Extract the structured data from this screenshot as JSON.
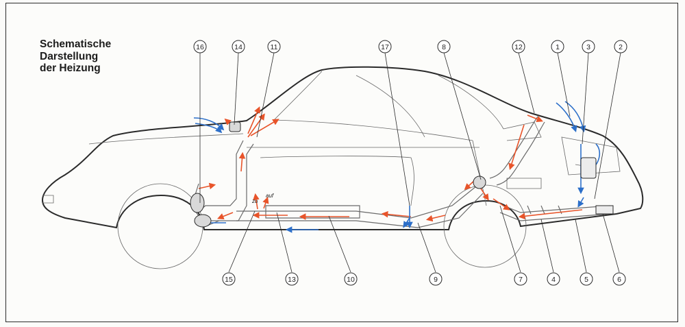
{
  "title": {
    "line1": "Schematische",
    "line2": "Darstellung",
    "line3": "der Heizung"
  },
  "annotations": {
    "zu": "zu",
    "auf": "auf"
  },
  "callouts": [
    {
      "id": "c16",
      "label": "16"
    },
    {
      "id": "c14",
      "label": "14"
    },
    {
      "id": "c11",
      "label": "11"
    },
    {
      "id": "c17",
      "label": "17"
    },
    {
      "id": "c8",
      "label": "8"
    },
    {
      "id": "c12",
      "label": "12"
    },
    {
      "id": "c1",
      "label": "1"
    },
    {
      "id": "c3",
      "label": "3"
    },
    {
      "id": "c2",
      "label": "2"
    },
    {
      "id": "c15",
      "label": "15"
    },
    {
      "id": "c13",
      "label": "13"
    },
    {
      "id": "c10",
      "label": "10"
    },
    {
      "id": "c9",
      "label": "9"
    },
    {
      "id": "c7",
      "label": "7"
    },
    {
      "id": "c4",
      "label": "4"
    },
    {
      "id": "c5",
      "label": "5"
    },
    {
      "id": "c6",
      "label": "6"
    }
  ],
  "colors": {
    "outline": "#2a2a2a",
    "hot_air": "#e8542a",
    "cold_air": "#2c6fc9",
    "duct": "#6a6a6a"
  }
}
